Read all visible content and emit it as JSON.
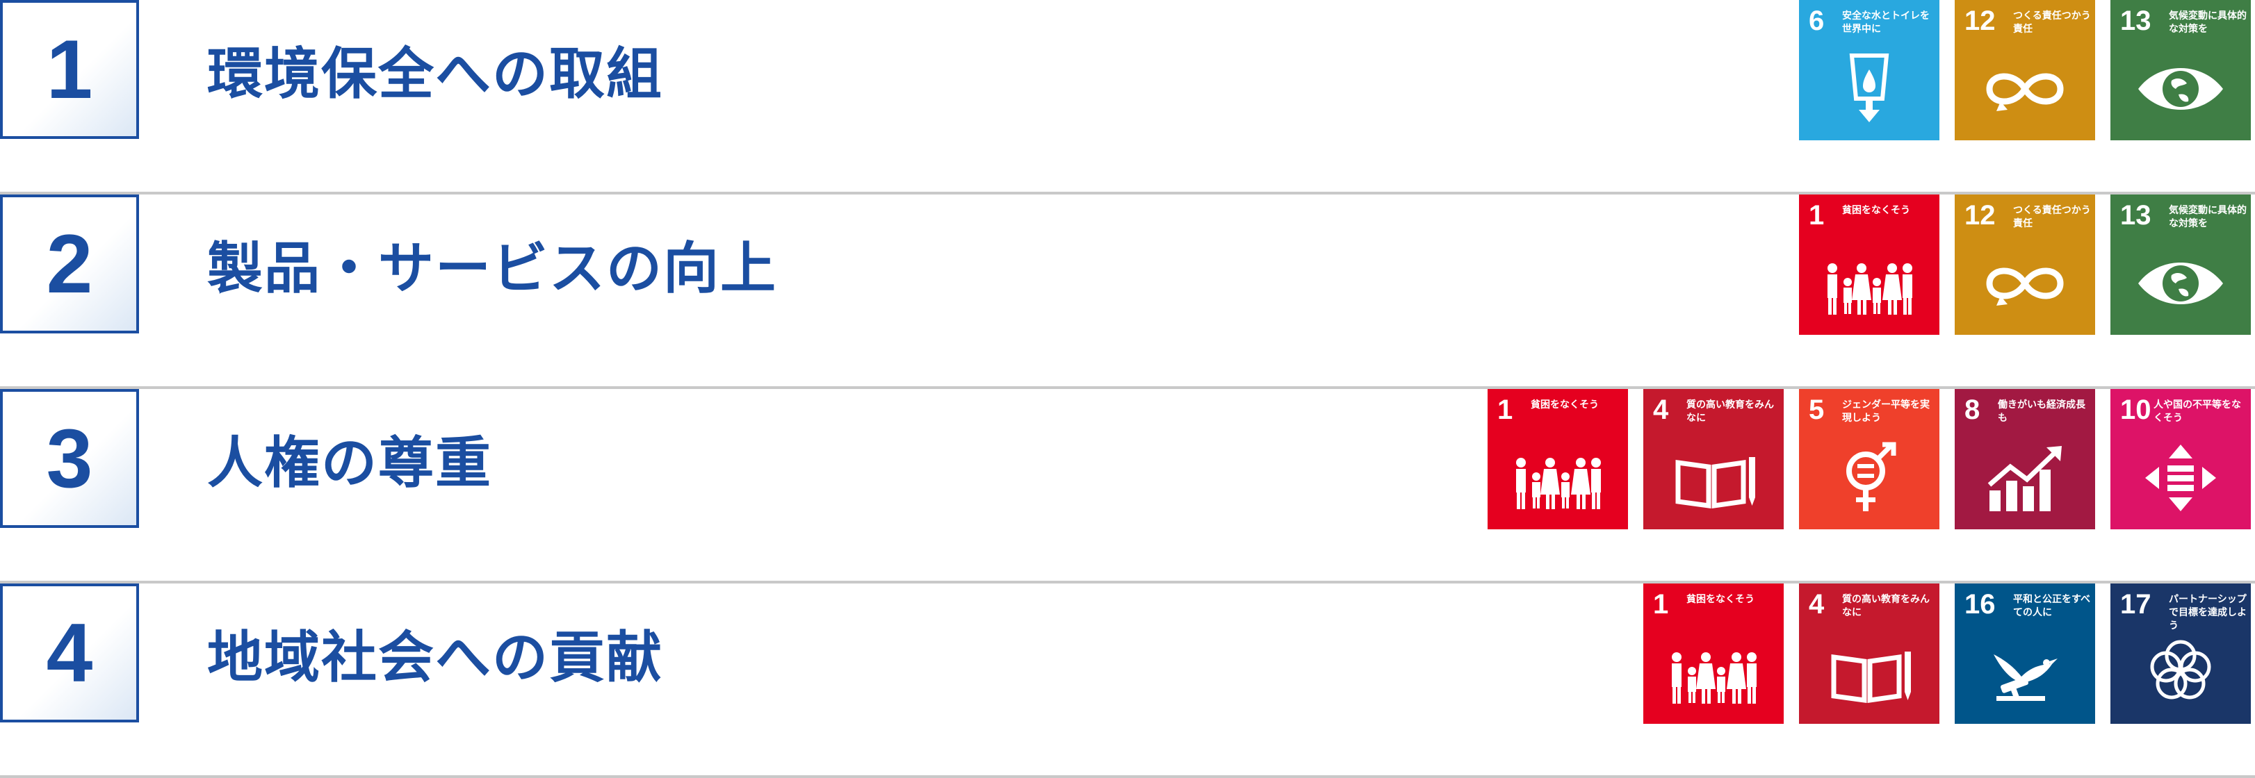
{
  "rows": [
    {
      "number": "1",
      "title": "環境保全への取組",
      "goals": [
        {
          "num": "6",
          "label": "安全な水とトイレを世界中に",
          "color": "#29A8DF",
          "icon": "water-icon"
        },
        {
          "num": "12",
          "label": "つくる責任つかう責任",
          "color": "#CE8E13",
          "icon": "infinity-icon"
        },
        {
          "num": "13",
          "label": "気候変動に具体的な対策を",
          "color": "#3F7E45",
          "icon": "eye-globe-icon"
        }
      ]
    },
    {
      "number": "2",
      "title": "製品・サービスの向上",
      "goals": [
        {
          "num": "1",
          "label": "貧困をなくそう",
          "color": "#E5001F",
          "icon": "family-icon"
        },
        {
          "num": "12",
          "label": "つくる責任つかう責任",
          "color": "#CE8E13",
          "icon": "infinity-icon"
        },
        {
          "num": "13",
          "label": "気候変動に具体的な対策を",
          "color": "#3F7E45",
          "icon": "eye-globe-icon"
        }
      ]
    },
    {
      "number": "3",
      "title": "人権の尊重",
      "goals": [
        {
          "num": "1",
          "label": "貧困をなくそう",
          "color": "#E5001F",
          "icon": "family-icon"
        },
        {
          "num": "4",
          "label": "質の高い教育をみんなに",
          "color": "#C5192D",
          "icon": "book-icon"
        },
        {
          "num": "5",
          "label": "ジェンダー平等を実現しよう",
          "color": "#EF402B",
          "icon": "gender-icon"
        },
        {
          "num": "8",
          "label": "働きがいも経済成長も",
          "color": "#A21942",
          "icon": "growth-chart-icon"
        },
        {
          "num": "10",
          "label": "人や国の不平等をなくそう",
          "color": "#DD1367",
          "icon": "equality-arrows-icon"
        }
      ]
    },
    {
      "number": "4",
      "title": "地域社会への貢献",
      "goals": [
        {
          "num": "1",
          "label": "貧困をなくそう",
          "color": "#E5001F",
          "icon": "family-icon"
        },
        {
          "num": "4",
          "label": "質の高い教育をみんなに",
          "color": "#C5192D",
          "icon": "book-icon"
        },
        {
          "num": "16",
          "label": "平和と公正をすべての人に",
          "color": "#00558A",
          "icon": "dove-gavel-icon"
        },
        {
          "num": "17",
          "label": "パートナーシップで目標を達成しよう",
          "color": "#1A3668",
          "icon": "rings-icon"
        }
      ]
    }
  ]
}
